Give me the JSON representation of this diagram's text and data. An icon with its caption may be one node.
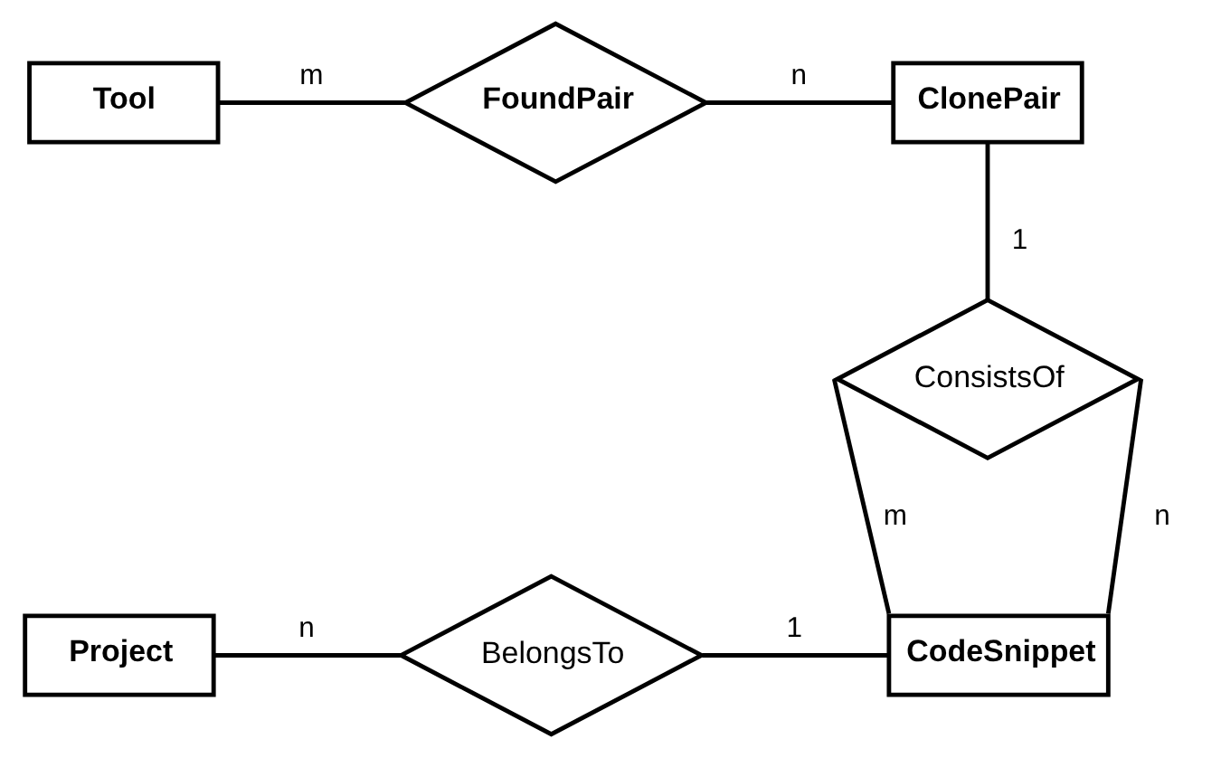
{
  "diagram": {
    "nodes": [
      {
        "text": [
          "Tool"
        ]
      },
      {
        "text": [
          "FoundPair"
        ]
      },
      {
        "text": [
          "ClonePair"
        ]
      },
      {
        "text": [
          "ConsistsOf"
        ]
      },
      {
        "text": [
          "Project"
        ]
      },
      {
        "text": [
          "BelongsTo"
        ]
      },
      {
        "text": [
          "CodeSnippet"
        ]
      }
    ],
    "edges": [
      {
        "from": 0,
        "to": 1,
        "arrow": "none",
        "label": "m"
      },
      {
        "from": 1,
        "to": 2,
        "arrow": "none",
        "label": "n"
      },
      {
        "from": 2,
        "to": 3,
        "arrow": "none",
        "label": "1"
      },
      {
        "from": 3,
        "to": 6,
        "arrow": "none",
        "label": "m"
      },
      {
        "from": 3,
        "to": 6,
        "arrow": "none",
        "label": "n"
      },
      {
        "from": 4,
        "to": 5,
        "arrow": "none",
        "label": "n"
      },
      {
        "from": 5,
        "to": 6,
        "arrow": "none",
        "label": "1"
      }
    ]
  }
}
